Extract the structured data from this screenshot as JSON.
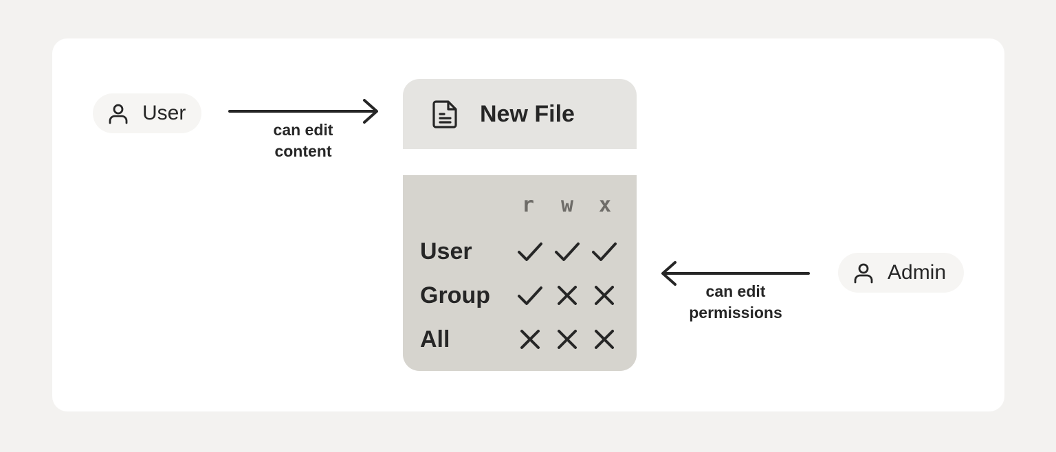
{
  "nodes": {
    "user": {
      "label": "User",
      "icon": "person-icon"
    },
    "admin": {
      "label": "Admin",
      "icon": "person-icon"
    }
  },
  "edges": [
    {
      "from": "user",
      "to": "file",
      "label_line1": "can edit",
      "label_line2": "content"
    },
    {
      "from": "admin",
      "to": "permissions",
      "label_line1": "can edit",
      "label_line2": "permissions"
    }
  ],
  "file": {
    "title": "New File",
    "icon": "document-icon"
  },
  "permissions": {
    "columns": [
      "r",
      "w",
      "x"
    ],
    "rows": [
      {
        "label": "User",
        "values": [
          true,
          true,
          true
        ]
      },
      {
        "label": "Group",
        "values": [
          true,
          false,
          false
        ]
      },
      {
        "label": "All",
        "values": [
          false,
          false,
          false
        ]
      }
    ]
  },
  "colors": {
    "background": "#f3f2f0",
    "card": "#ffffff",
    "file_header": "#e5e4e1",
    "permissions_box": "#d6d4ce",
    "ink": "#262626"
  }
}
